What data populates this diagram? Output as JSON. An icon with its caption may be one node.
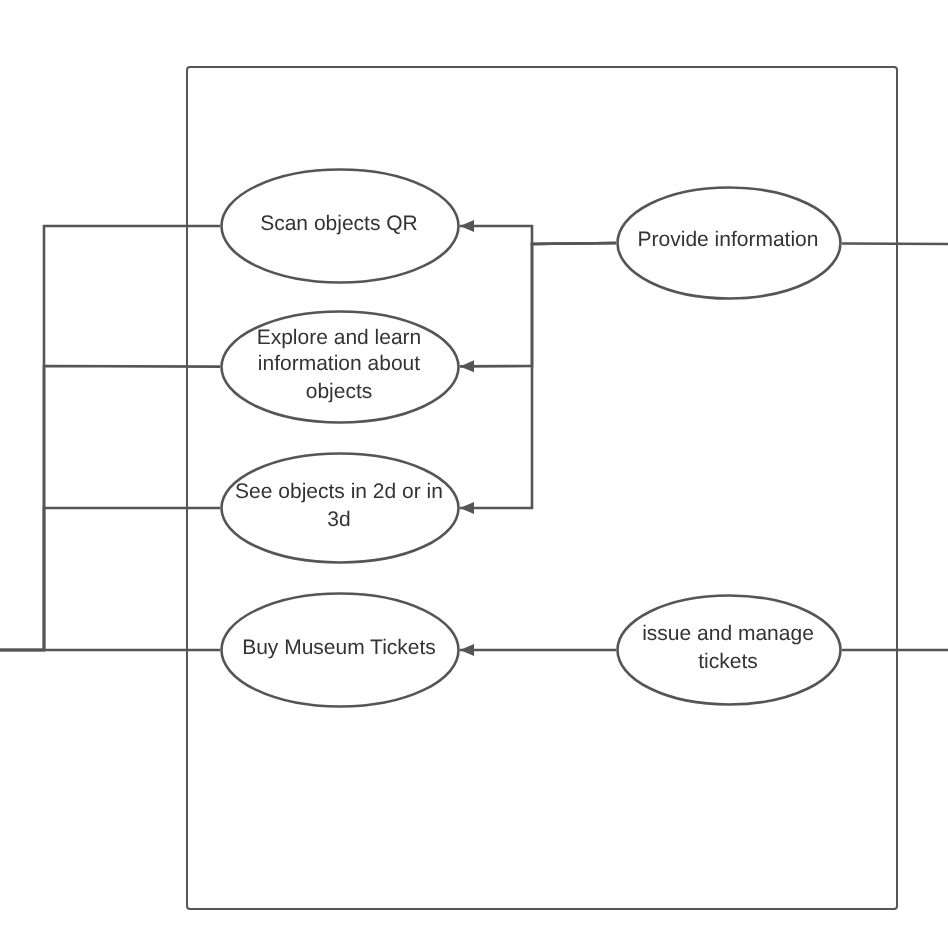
{
  "diagram": {
    "nodes": [
      {
        "text": [],
        "shape": "box"
      },
      {
        "text": [
          "Scan objects QR"
        ],
        "in": 0
      },
      {
        "text": [
          "Explore and learn information about objects"
        ],
        "in": 0
      },
      {
        "text": [
          "See objects in 2d or in 3d"
        ],
        "in": 0
      },
      {
        "text": [
          "Buy Museum Tickets"
        ],
        "in": 0
      },
      {
        "text": [
          "Provide information"
        ],
        "in": 0
      },
      {
        "text": [
          "issue and manage tickets"
        ],
        "in": 0
      }
    ],
    "edges": [
      {
        "from": null,
        "to": 1,
        "arrow": "none"
      },
      {
        "from": null,
        "to": 2,
        "arrow": "none"
      },
      {
        "from": null,
        "to": 3,
        "arrow": "none"
      },
      {
        "from": null,
        "to": 4,
        "arrow": "none"
      },
      {
        "from": 5,
        "to": 1,
        "arrow": "to"
      },
      {
        "from": 5,
        "to": 2,
        "arrow": "to"
      },
      {
        "from": 5,
        "to": 3,
        "arrow": "to"
      },
      {
        "from": 5,
        "to": null,
        "arrow": "none"
      },
      {
        "from": 6,
        "to": 4,
        "arrow": "to"
      },
      {
        "from": 6,
        "to": null,
        "arrow": "none"
      }
    ]
  }
}
